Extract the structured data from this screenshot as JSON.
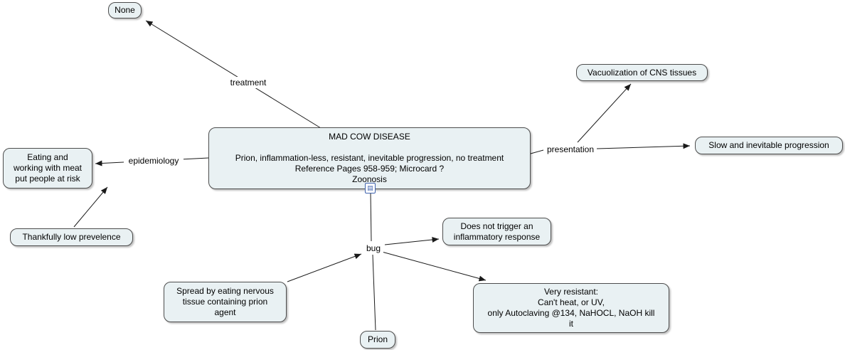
{
  "nodes": {
    "central": {
      "text": "MAD COW DISEASE\n\nPrion, inflammation-less, resistant, inevitable progression, no treatment\nReference Pages 958-959; Microcard ?\nZoonosis"
    },
    "none": {
      "text": "None"
    },
    "vacuolization": {
      "text": "Vacuolization of CNS tissues"
    },
    "slow": {
      "text": "Slow and inevitable progression"
    },
    "eating": {
      "text": "Eating and\nworking with meat\nput people at risk"
    },
    "thankfully": {
      "text": "Thankfully low prevelence"
    },
    "does_not_trigger": {
      "text": "Does not trigger an\ninflammatory response"
    },
    "spread": {
      "text": "Spread by eating nervous\ntissue containing prion\nagent"
    },
    "very_resistant": {
      "text": "Very resistant:\nCan't heat, or UV,\nonly Autoclaving @134, NaHOCL, NaOH kill\nit"
    },
    "prion": {
      "text": "Prion"
    }
  },
  "phrases": {
    "treatment": "treatment",
    "epidemiology": "epidemiology",
    "presentation": "presentation",
    "bug": "bug"
  },
  "icons": {
    "attachment_glyph": "▤"
  },
  "colors": {
    "background": "#ffffff",
    "node_fill": "#e9f1f3",
    "node_border": "#4d4d4d",
    "line": "#1a1a1a",
    "attachment_icon_border": "#3f63ae"
  }
}
